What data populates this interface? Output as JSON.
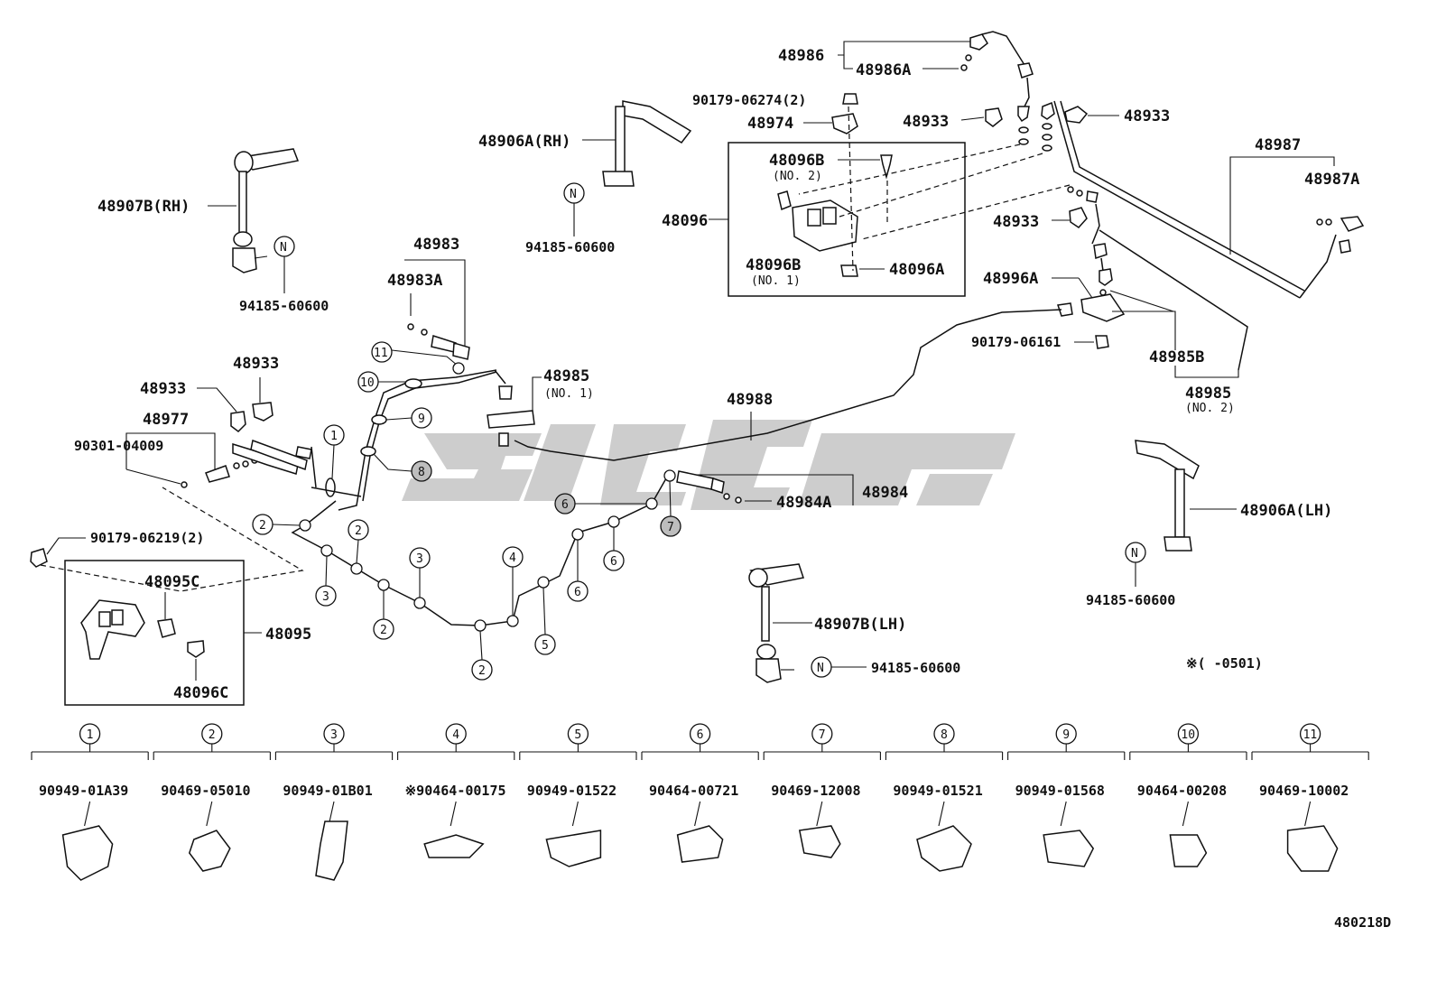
{
  "watermark": {
    "color": "#b9b9b9"
  },
  "labels": {
    "p48986": "48986",
    "p48986A": "48986A",
    "p90179_06274": "90179-06274(2)",
    "p48974": "48974",
    "p48933_a": "48933",
    "p48933_b": "48933",
    "p48933_c": "48933",
    "p48933_d": "48933",
    "p48933_e": "48933",
    "p48906A_RH": "48906A(RH)",
    "p94185_a": "94185-60600",
    "p94185_b": "94185-60600",
    "p94185_c": "94185-60600",
    "p94185_d": "94185-60600",
    "p48907B_RH": "48907B(RH)",
    "p48907B_LH": "48907B(LH)",
    "p48096": "48096",
    "p48096B_2": "48096B",
    "p48096B_2_sub": "(NO. 2)",
    "p48096B_1": "48096B",
    "p48096B_1_sub": "(NO. 1)",
    "p48096A": "48096A",
    "p48987": "48987",
    "p48987A": "48987A",
    "p48996A": "48996A",
    "p90179_06161": "90179-06161",
    "p48985B": "48985B",
    "p48985_2": "48985",
    "p48985_2_sub": "(NO. 2)",
    "p48983": "48983",
    "p48983A": "48983A",
    "p48985_1": "48985",
    "p48985_1_sub": "(NO. 1)",
    "p48988": "48988",
    "p48977": "48977",
    "p90301_04009": "90301-04009",
    "p90179_06219": "90179-06219(2)",
    "p48095C": "48095C",
    "p48095": "48095",
    "p48096C": "48096C",
    "p48984": "48984",
    "p48984A": "48984A",
    "p48906A_LH": "48906A(LH)",
    "note": "※(     -0501)",
    "figure_id": "480218D",
    "n_mark": "N"
  },
  "legend": [
    {
      "num": "1",
      "part": "90949-01A39"
    },
    {
      "num": "2",
      "part": "90469-05010"
    },
    {
      "num": "3",
      "part": "90949-01B01"
    },
    {
      "num": "4",
      "part": "※90464-00175"
    },
    {
      "num": "5",
      "part": "90949-01522"
    },
    {
      "num": "6",
      "part": "90464-00721"
    },
    {
      "num": "7",
      "part": "90469-12008"
    },
    {
      "num": "8",
      "part": "90949-01521"
    },
    {
      "num": "9",
      "part": "90949-01568"
    },
    {
      "num": "10",
      "part": "90464-00208"
    },
    {
      "num": "11",
      "part": "90469-10002"
    }
  ],
  "callouts": [
    {
      "num": "1"
    },
    {
      "num": "2"
    },
    {
      "num": "2"
    },
    {
      "num": "2"
    },
    {
      "num": "2"
    },
    {
      "num": "3"
    },
    {
      "num": "3"
    },
    {
      "num": "4"
    },
    {
      "num": "5"
    },
    {
      "num": "6"
    },
    {
      "num": "6"
    },
    {
      "num": "6"
    },
    {
      "num": "7"
    },
    {
      "num": "8"
    },
    {
      "num": "9"
    },
    {
      "num": "10"
    },
    {
      "num": "11"
    }
  ]
}
